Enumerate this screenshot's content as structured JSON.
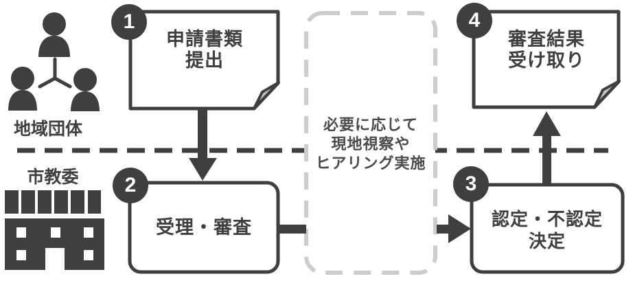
{
  "colors": {
    "ink": "#3f3f3f",
    "noteDash": "#cccccc",
    "noteInk": "#4a4a4a",
    "flap": "#c6c6c6",
    "bg": "#ffffff"
  },
  "actors": {
    "community": {
      "label": "地域団体",
      "icon": "people-group-icon"
    },
    "board": {
      "label": "市教委",
      "icon": "building-icon"
    }
  },
  "steps": [
    {
      "number": "1",
      "lines": [
        "申請書類",
        "提出"
      ]
    },
    {
      "number": "2",
      "lines": [
        "受理・審査",
        ""
      ]
    },
    {
      "number": "3",
      "lines": [
        "認定・不認定",
        "決定"
      ]
    },
    {
      "number": "4",
      "lines": [
        "審査結果",
        "受け取り"
      ]
    }
  ],
  "note": {
    "lines": [
      "必要に応じて",
      "現地視察や",
      "ヒアリング実施"
    ]
  }
}
